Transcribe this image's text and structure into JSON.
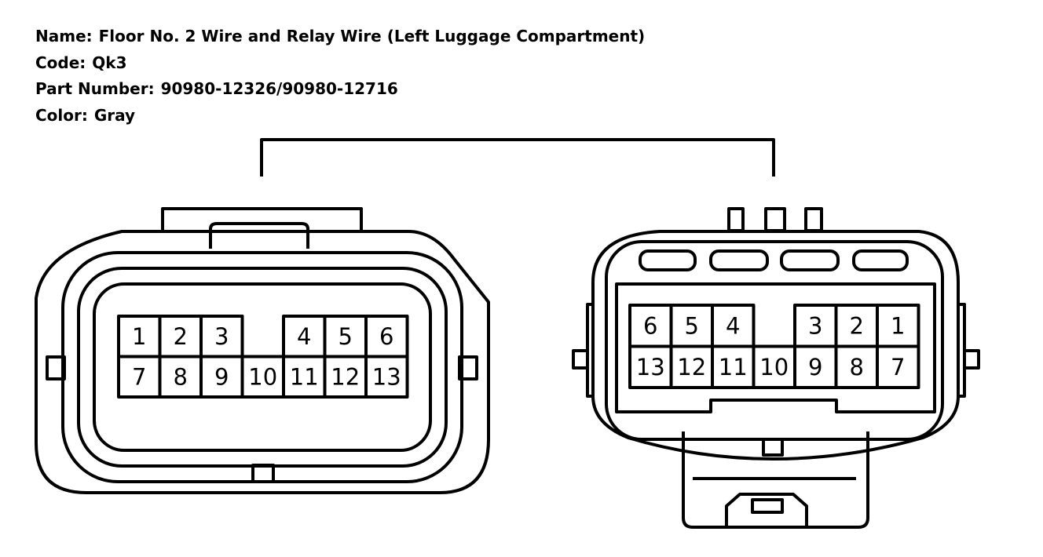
{
  "info": {
    "name_label": "Name:",
    "name_value": "Floor No. 2 Wire and Relay Wire (Left Luggage Compartment)",
    "code_label": "Code:",
    "code_value": "Qk3",
    "part_label": "Part Number:",
    "part_value": "90980-12326/90980-12716",
    "color_label": "Color:",
    "color_value": "Gray"
  },
  "connectors": {
    "left": {
      "top_row": [
        "1",
        "2",
        "3",
        "",
        "4",
        "5",
        "6"
      ],
      "bottom_row": [
        "7",
        "8",
        "9",
        "10",
        "11",
        "12",
        "13"
      ]
    },
    "right": {
      "top_row": [
        "6",
        "5",
        "4",
        "",
        "3",
        "2",
        "1"
      ],
      "bottom_row": [
        "13",
        "12",
        "11",
        "10",
        "9",
        "8",
        "7"
      ]
    }
  },
  "colors": {
    "line": "#000000",
    "background": "#ffffff"
  }
}
